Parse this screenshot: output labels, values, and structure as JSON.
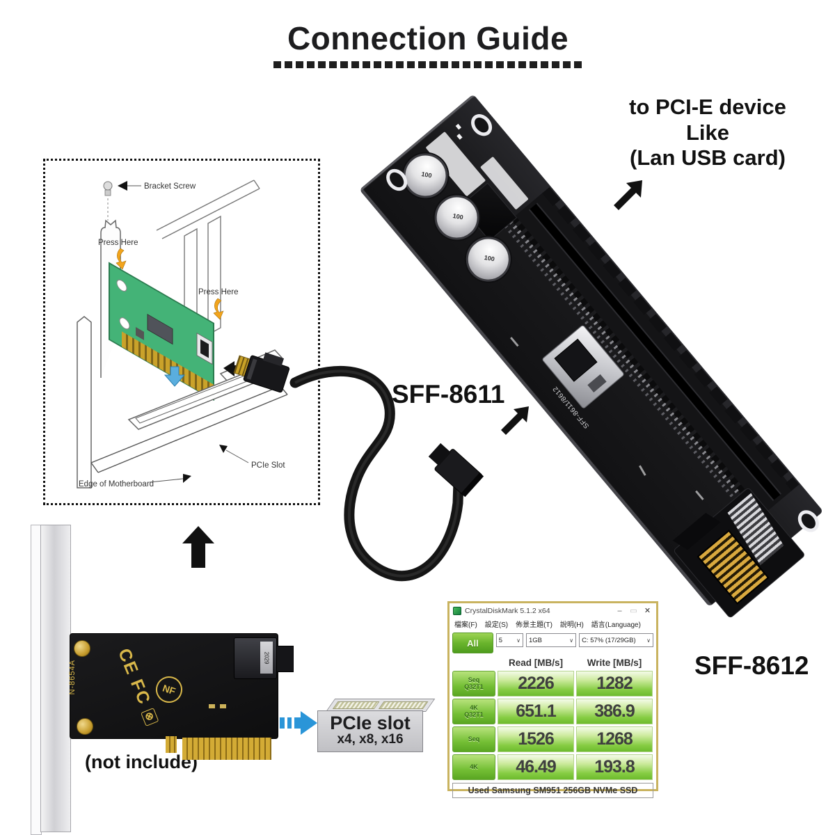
{
  "title": {
    "text": "Connection Guide"
  },
  "callouts": {
    "pcie_device_line1": "to PCI-E device",
    "pcie_device_line2": "Like",
    "pcie_device_line3": "(Lan USB card)",
    "sff8611": "SFF-8611",
    "sff8612": "SFF-8612",
    "not_include": "(not include)"
  },
  "install_diagram": {
    "bracket_screw": "Bracket Screw",
    "press_here_top": "Press Here",
    "press_here_right": "Press Here",
    "pcie_slot": "PCIe Slot",
    "edge_of_motherboard": "Edge of Motherboard"
  },
  "riser_board": {
    "silkscreen": "SFF-8611/8612",
    "capacitor_label": "100"
  },
  "adapter_card": {
    "model": "N-8654A",
    "ce_mark": "CE",
    "fcc_mark": "FC",
    "logo": "NF",
    "connector_code": "2029"
  },
  "slot_box": {
    "title": "PCIe slot",
    "subtitle": "x4, x8, x16"
  },
  "icons": {
    "chevron": "∨",
    "weee": "⊗"
  },
  "cdm": {
    "window_title": "CrystalDiskMark 5.1.2 x64",
    "titlebar": {
      "minimize": "–",
      "maximize": "▭",
      "close": "✕"
    },
    "menu": [
      "檔案(F)",
      "設定(S)",
      "佈景主題(T)",
      "說明(H)",
      "語言(Language)"
    ],
    "controls": {
      "all_button": "All",
      "runs": "5",
      "size": "1GB",
      "drive": "C: 57% (17/29GB)"
    },
    "columns": {
      "read": "Read [MB/s]",
      "write": "Write [MB/s]"
    },
    "rows": [
      {
        "label1": "Seq",
        "label2": "Q32T1",
        "read": "2226",
        "write": "1282"
      },
      {
        "label1": "4K",
        "label2": "Q32T1",
        "read": "651.1",
        "write": "386.9"
      },
      {
        "label1": "Seq",
        "label2": "",
        "read": "1526",
        "write": "1268"
      },
      {
        "label1": "4K",
        "label2": "",
        "read": "46.49",
        "write": "193.8"
      }
    ],
    "footer": "Used Samsung SM951 256GB NVMe SSD"
  },
  "colors": {
    "arrow_black": "#111111",
    "pcb_green": "#44b377",
    "gold": "#c9a227",
    "blue_arrow": "#2a95d8",
    "cdm_green": "#74bf35",
    "window_frame": "#c9b35f"
  }
}
